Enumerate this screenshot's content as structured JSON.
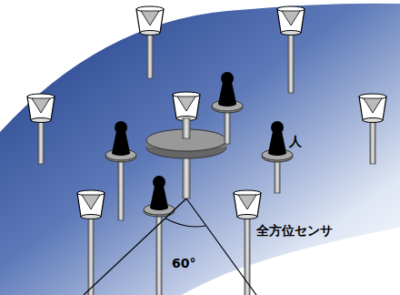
{
  "diagram": {
    "labels": [
      "人",
      "全方位センサ",
      "60°"
    ]
  }
}
